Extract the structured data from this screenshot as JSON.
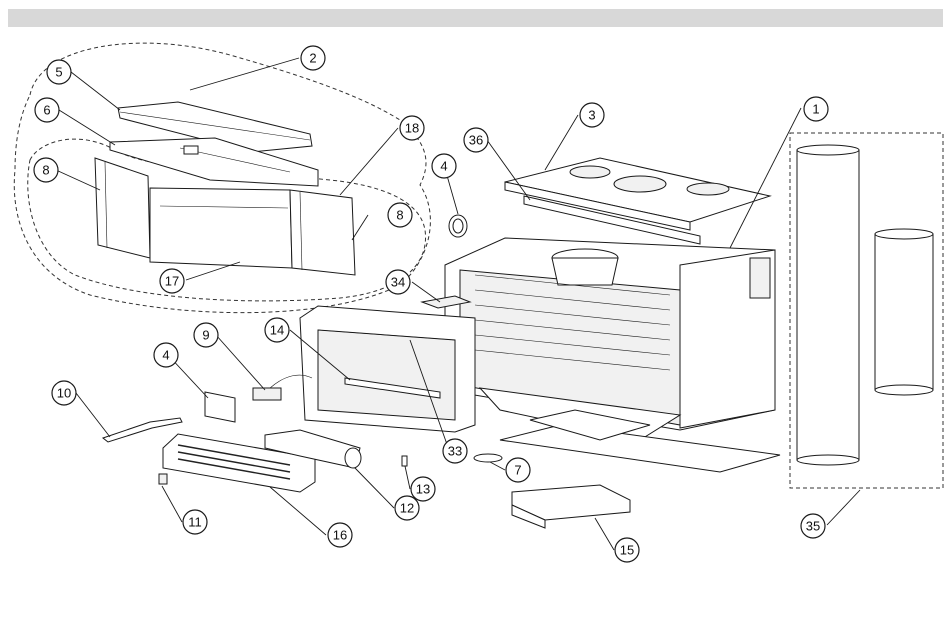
{
  "callouts": {
    "c1": "1",
    "c2": "2",
    "c3": "3",
    "c4a": "4",
    "c4b": "4",
    "c5": "5",
    "c6": "6",
    "c7": "7",
    "c8a": "8",
    "c8b": "8",
    "c9": "9",
    "c10": "10",
    "c11": "11",
    "c12": "12",
    "c13": "13",
    "c14": "14",
    "c15": "15",
    "c16": "16",
    "c17": "17",
    "c18": "18",
    "c33": "33",
    "c34": "34",
    "c35": "35",
    "c36": "36"
  }
}
